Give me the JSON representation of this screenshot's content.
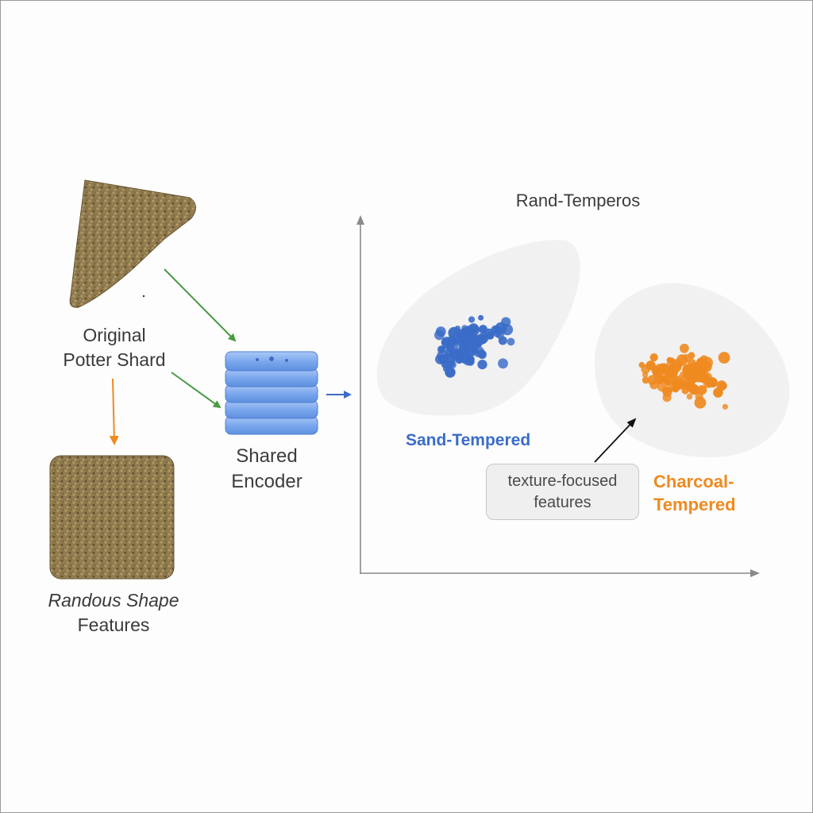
{
  "labels": {
    "original_line1": "Original",
    "original_line2": "Potter Shard",
    "random_line1": "Randous Shape",
    "random_line2": "Features",
    "encoder_line1": "Shared",
    "encoder_line2": "Encoder",
    "callout_line1": "texture-focused",
    "callout_line2": "features"
  },
  "colors": {
    "arrow_green": "#4a9a44",
    "arrow_orange": "#ef8a20",
    "arrow_blue": "#3a6cc8",
    "encoder_blue": "#6f9fe8",
    "sand_blue": "#3a6cc8",
    "charcoal_orange": "#ef8a20",
    "shard_brown": "#8a7248",
    "axis_gray": "#8a8a8a"
  },
  "chart_data": {
    "type": "scatter",
    "title": "Rand-Temperos",
    "xlabel": "",
    "ylabel": "",
    "grid": false,
    "series": [
      {
        "name": "Sand-Tempered",
        "color": "#3a6cc8",
        "points": 90
      },
      {
        "name_line1": "Charcoal-",
        "name_line2": "Tempered",
        "color": "#ef8a20",
        "points": 100
      }
    ]
  }
}
